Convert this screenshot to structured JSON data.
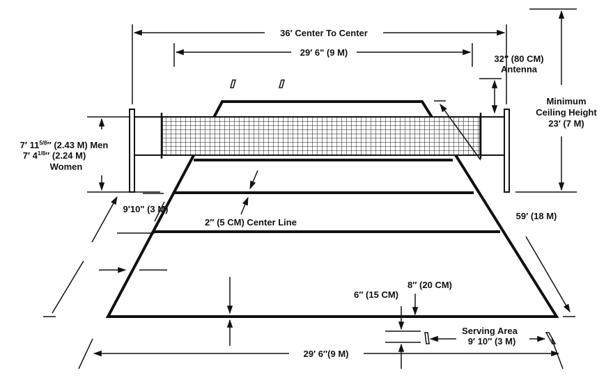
{
  "diagram": {
    "labels": {
      "center_to_center": "36′ Center To Center",
      "court_width_top": "29′ 6\" (9 M)",
      "antenna_size": "32″ (80 CM)",
      "antenna_word": "Antenna",
      "ceiling_line1": "Minimum",
      "ceiling_line2": "Ceiling Height",
      "ceiling_line3": "23′ (7 M)",
      "net_men_a": "7′ 11",
      "net_men_frac": "5/8",
      "net_men_b": "″ (2.43 M) Men",
      "net_women_a": "7′ 4",
      "net_women_frac": "1/8",
      "net_women_b": "″ (2.24 M)",
      "net_women_word": "Women",
      "attack_zone": "9'10\" (3 M)",
      "center_line": "2″ (5 CM) Center Line",
      "court_length": "59′ (18 M)",
      "end_line_width": "6″ (15 CM)",
      "service_line_width": "8″ (20 CM)",
      "serving_area": "Serving Area",
      "serving_area_size": "9′ 10″ (3 M)",
      "court_width_bottom": "29′ 6″(9 M)"
    }
  }
}
